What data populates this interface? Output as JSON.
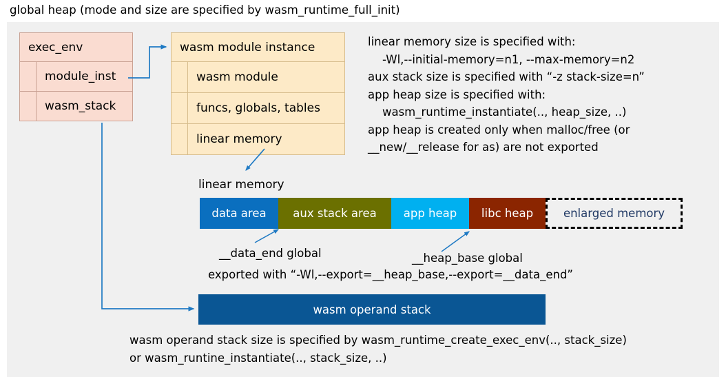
{
  "title": "global heap (mode and size are specified by wasm_runtime_full_init)",
  "colors": {
    "panel_bg": "#f0f0f0",
    "exec_env_fill": "#fadcd1",
    "exec_env_border": "#c9a193",
    "module_fill": "#fdeac7",
    "module_border": "#d6bc8c",
    "connector": "#1f7ac4",
    "data_area": "#0a6fbf",
    "aux_stack_area": "#6b7000",
    "app_heap": "#00b0f0",
    "libc_heap": "#8b2500",
    "enlarged_memory_text": "#1f3864",
    "operand_stack": "#0a5694"
  },
  "exec_env": {
    "header": "exec_env",
    "fields": [
      {
        "label": "module_inst"
      },
      {
        "label": "wasm_stack"
      }
    ]
  },
  "module_instance": {
    "header": "wasm module instance",
    "fields": [
      {
        "label": "wasm module"
      },
      {
        "label": "funcs, globals, tables"
      },
      {
        "label": "linear memory"
      }
    ]
  },
  "spec_notes": "linear memory size is specified with:\n    -Wl,--initial-memory=n1, --max-memory=n2\naux stack size is specified with “-z stack-size=n”\napp heap size is specified with:\n    wasm_runtime_instantiate(.., heap_size, ..)\napp heap is created only when malloc/free (or\n__new/__release for as) are not exported",
  "linear_memory": {
    "caption": "linear memory",
    "segments": [
      {
        "label": "data area",
        "color": "#0a6fbf",
        "width": 114,
        "style": "filled"
      },
      {
        "label": "aux stack area",
        "color": "#6b7000",
        "width": 164,
        "style": "filled"
      },
      {
        "label": "app heap",
        "color": "#00b0f0",
        "width": 113,
        "style": "filled"
      },
      {
        "label": "libc heap",
        "color": "#8b2500",
        "width": 111,
        "style": "filled"
      },
      {
        "label": "enlarged memory",
        "color": "#f0f0f0",
        "width": 199,
        "style": "dashed"
      }
    ]
  },
  "annotations": {
    "data_end": "__data_end global",
    "heap_base": "__heap_base global",
    "exported_with": "exported with “-Wl,--export=__heap_base,--export=__data_end”"
  },
  "operand_stack": {
    "label": "wasm operand stack",
    "notes": "wasm operand stack size is specified by wasm_runtime_create_exec_env(.., stack_size)\nor wasm_runtine_instantiate(.., stack_size, ..)"
  }
}
